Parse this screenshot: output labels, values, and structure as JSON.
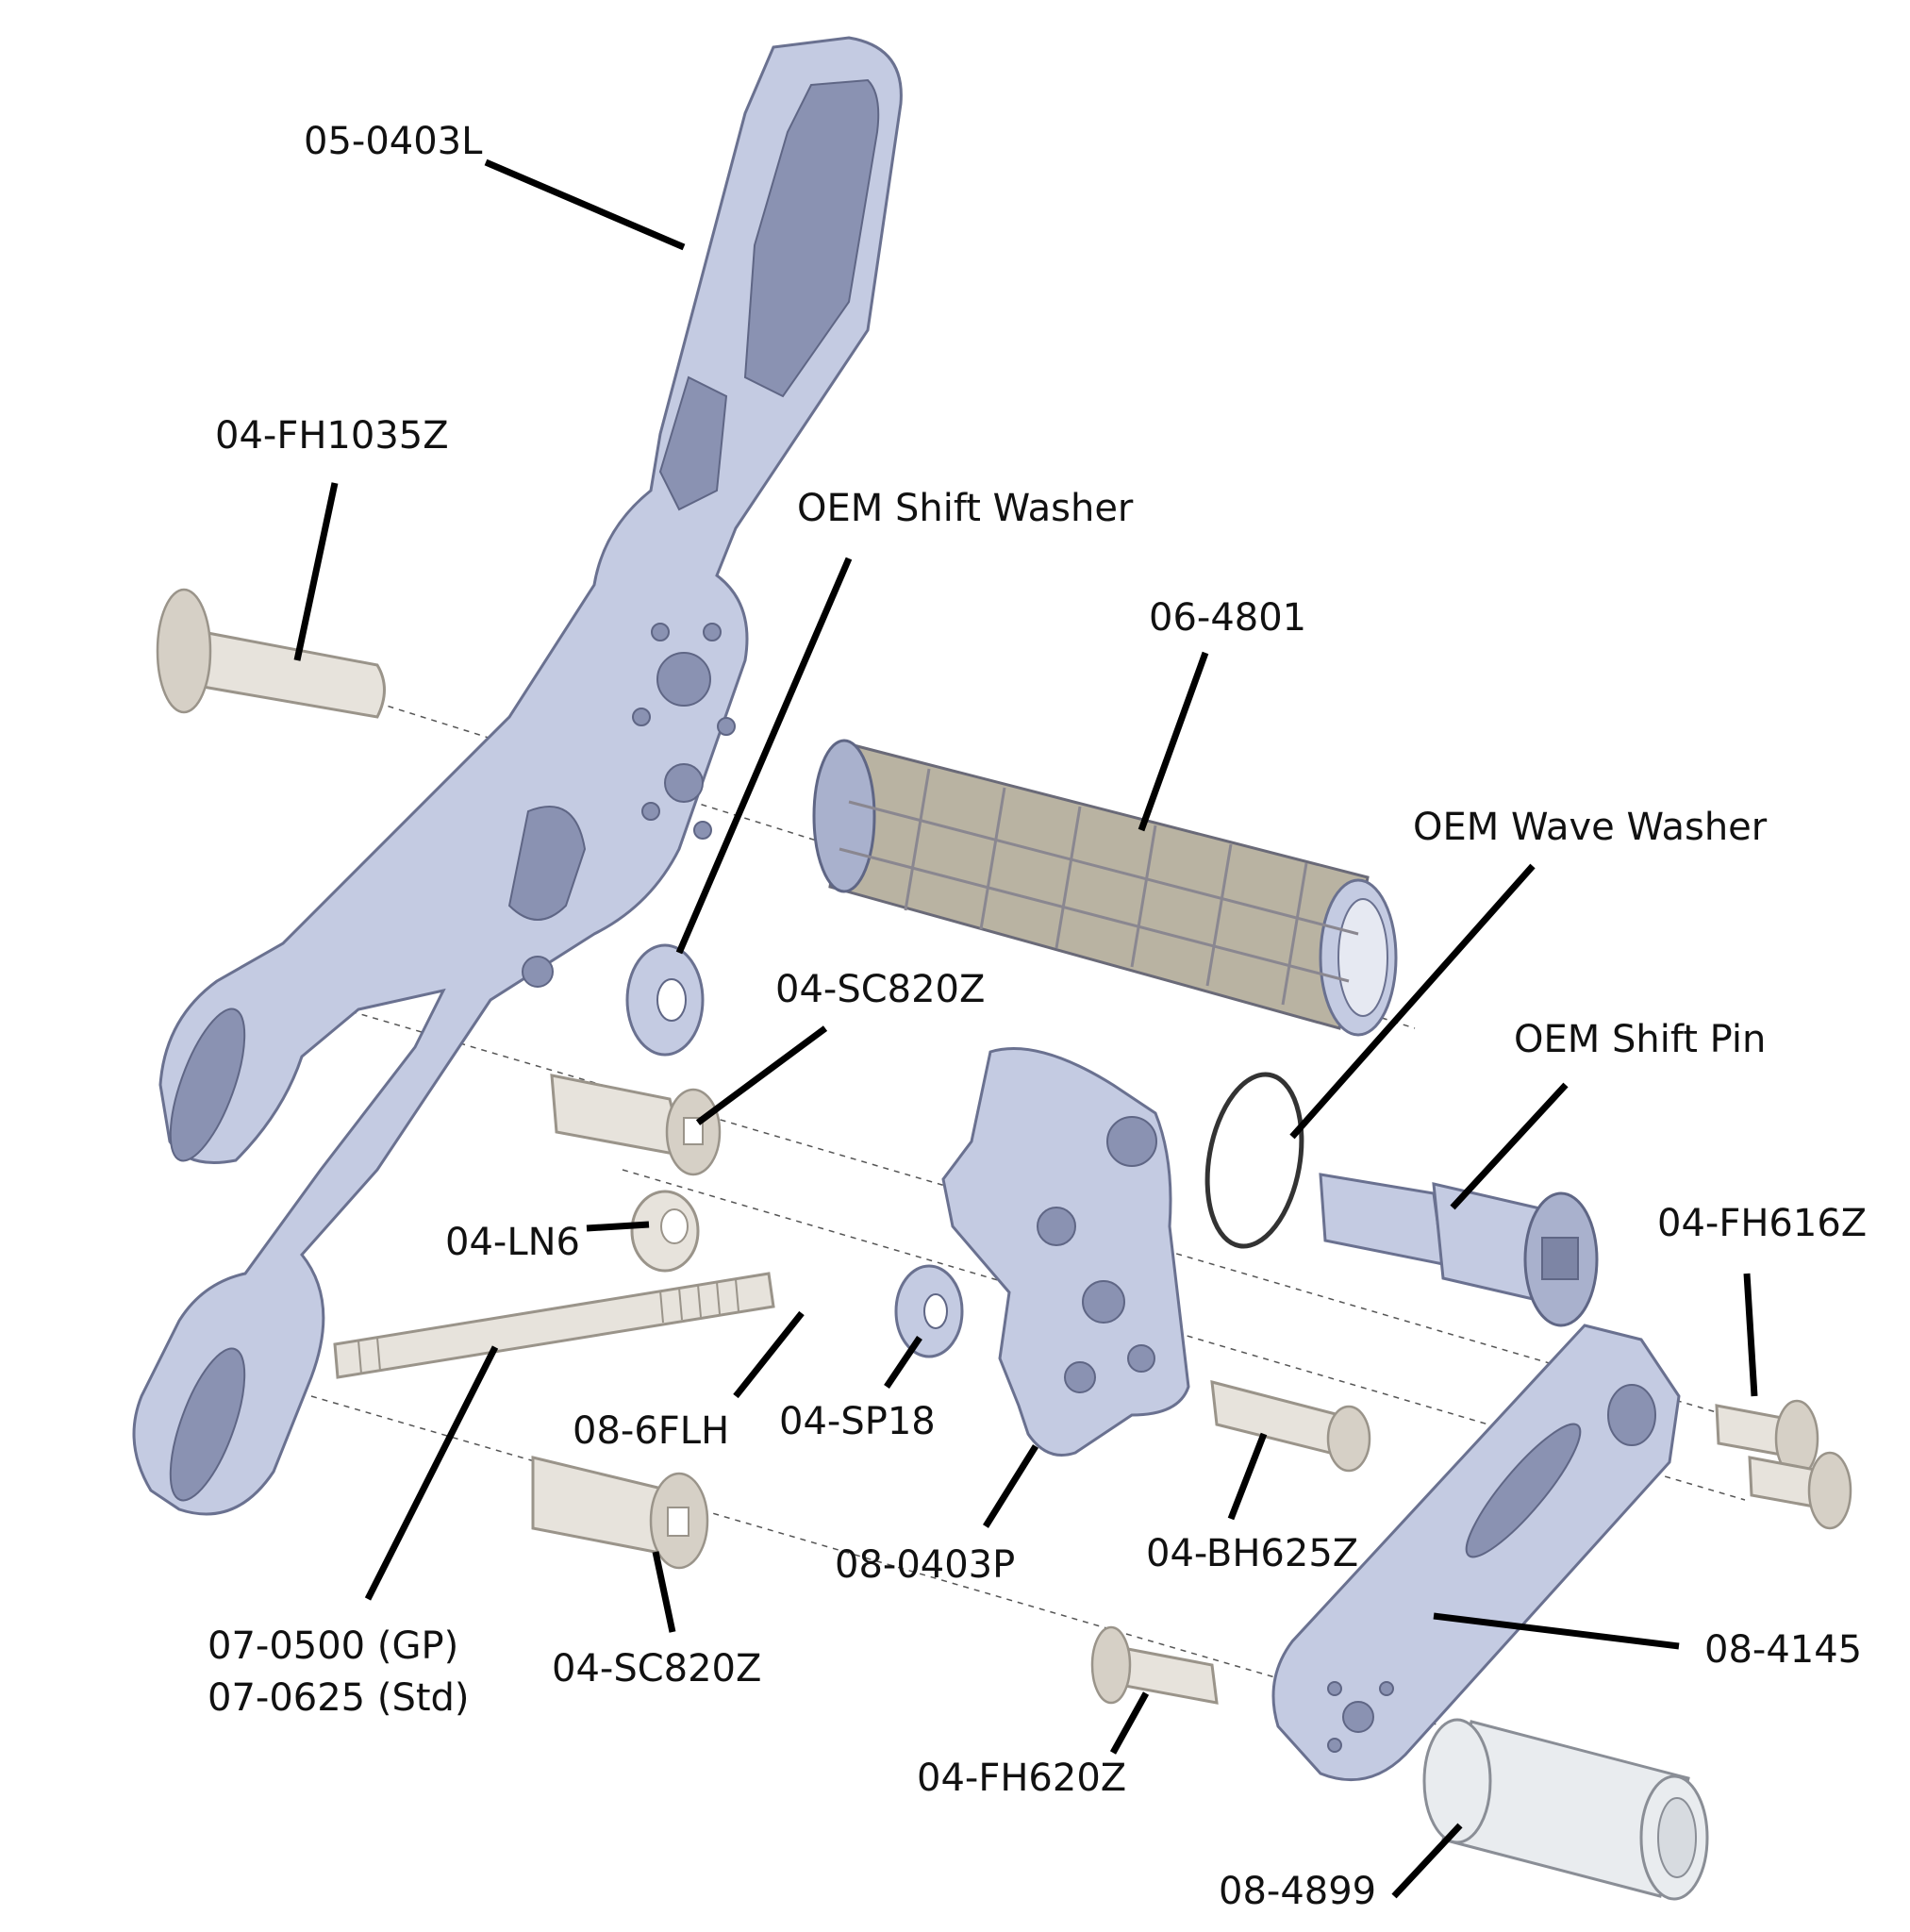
{
  "labels": {
    "l_050403L": "05-0403L",
    "l_04FH1035Z": "04-FH1035Z",
    "l_oem_shift_washer": "OEM Shift Washer",
    "l_064801": "06-4801",
    "l_oem_wave_washer": "OEM Wave Washer",
    "l_04SC820Z_top": "04-SC820Z",
    "l_oem_shift_pin": "OEM Shift Pin",
    "l_04LN6": "04-LN6",
    "l_04FH616Z": "04-FH616Z",
    "l_086FLH": "08-6FLH",
    "l_04SP18": "04-SP18",
    "l_080403P": "08-0403P",
    "l_04BH625Z": "04-BH625Z",
    "l_070500_gp": "07-0500 (GP)",
    "l_070625_std": "07-0625 (Std)",
    "l_04SC820Z_bottom": "04-SC820Z",
    "l_084145": "08-4145",
    "l_04FH620Z": "04-FH620Z",
    "l_084899": "08-4899"
  },
  "colors": {
    "aluminum": "#c4cbe2",
    "hardware": "#e7e3dc",
    "rubber": "#b9b3a2",
    "leader": "#000000"
  }
}
